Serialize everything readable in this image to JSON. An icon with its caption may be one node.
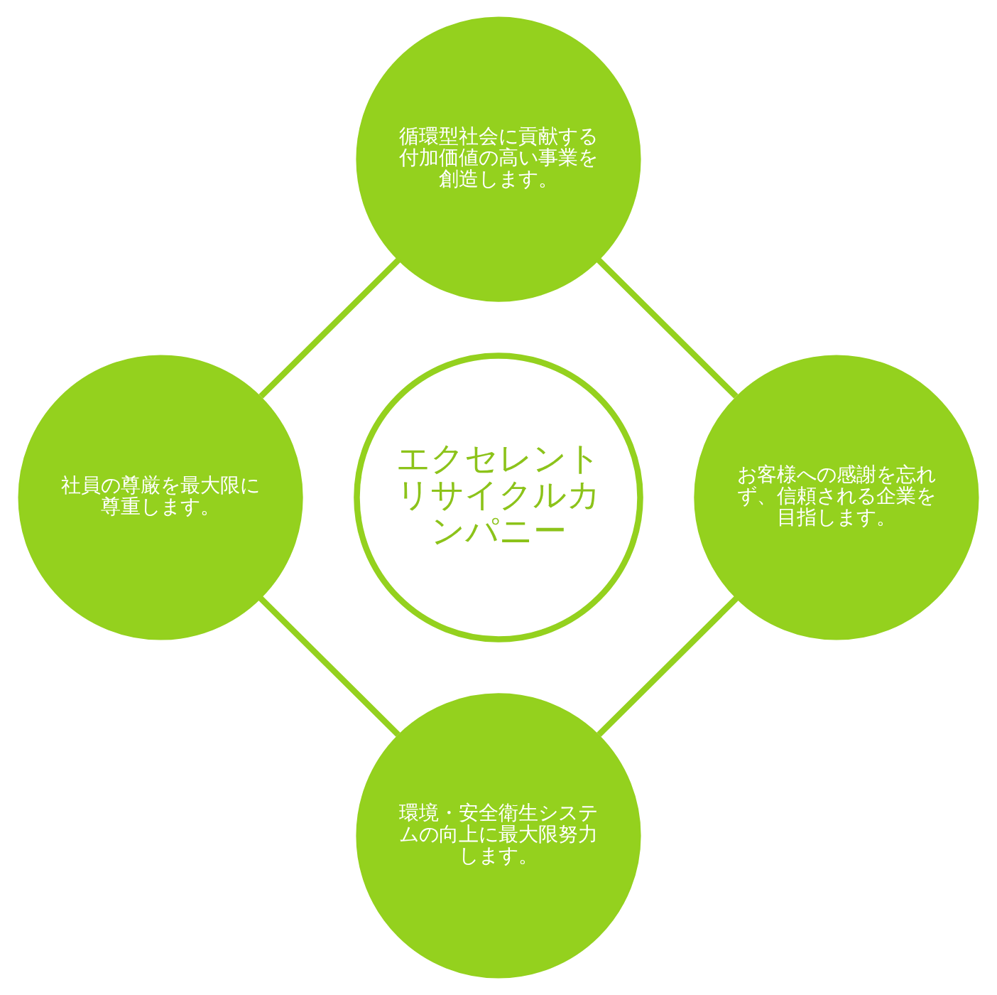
{
  "diagram": {
    "nodes": [
      {
        "text": [
          "循環型社会に貢献する付加価値の高い事業を創造します。"
        ]
      },
      {
        "text": [
          "社員の尊厳を最大限に尊重します。"
        ]
      },
      {
        "text": [
          "エクセレントリサイクルカンパニー"
        ]
      },
      {
        "text": [
          "お客様への感謝を忘れず、信頼される企業を目指します。"
        ]
      },
      {
        "text": [
          "環境・安全衛生システムの向上に最大限努力します。"
        ]
      }
    ],
    "edges": [
      {
        "from": 0,
        "to": 3,
        "arrow": "none"
      },
      {
        "from": 3,
        "to": 4,
        "arrow": "none"
      },
      {
        "from": 4,
        "to": 1,
        "arrow": "none"
      },
      {
        "from": 1,
        "to": 0,
        "arrow": "none"
      }
    ]
  }
}
